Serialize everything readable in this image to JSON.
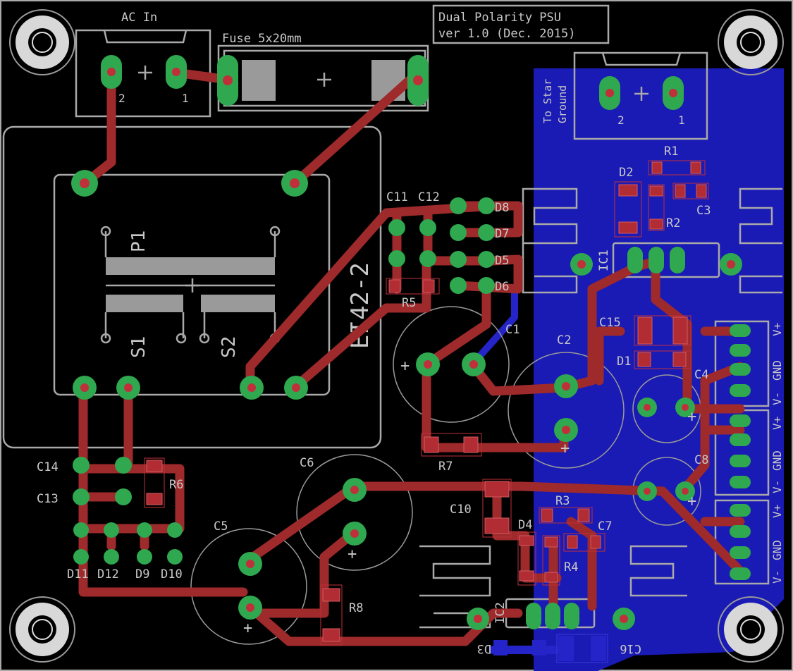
{
  "title_block": {
    "line1": "Dual Polarity PSU",
    "line2": "ver 1.0 (Dec. 2015)"
  },
  "connectors": {
    "ac_in": {
      "label": "AC In",
      "pin2": "2",
      "pin1": "1"
    },
    "star_ground": {
      "label_line1": "To Star",
      "label_line2": "Ground",
      "pin2": "2",
      "pin1": "1"
    }
  },
  "fuse": {
    "label": "Fuse 5x20mm"
  },
  "transformer": {
    "name": "EI42-2",
    "primary": "P1",
    "secondary1": "S1",
    "secondary2": "S2"
  },
  "components": {
    "C1": "C1",
    "C2": "C2",
    "C3": "C3",
    "C4": "C4",
    "C5": "C5",
    "C6": "C6",
    "C7": "C7",
    "C8": "C8",
    "C10": "C10",
    "C11": "C11",
    "C12": "C12",
    "C13": "C13",
    "C14": "C14",
    "C15": "C15",
    "C16": "C16",
    "D1": "D1",
    "D2": "D2",
    "D3": "D3",
    "D4": "D4",
    "D5": "D5",
    "D6": "D6",
    "D7": "D7",
    "D8": "D8",
    "D9": "D9",
    "D10": "D10",
    "D11": "D11",
    "D12": "D12",
    "R1": "R1",
    "R2": "R2",
    "R3": "R3",
    "R4": "R4",
    "R5": "R5",
    "R6": "R6",
    "R7": "R7",
    "R8": "R8",
    "IC1": "IC1",
    "IC2": "IC2"
  },
  "output_headers": {
    "top": [
      "V+",
      "GND",
      "V-"
    ],
    "middle": [
      "V+",
      "GND",
      "V-"
    ],
    "bottom": [
      "V+",
      "GND",
      "V-"
    ]
  },
  "polarity": {
    "plus": "+"
  },
  "colors": {
    "top_copper": "#9e2a2b",
    "bottom_copper": "#2424c8",
    "pad": "#2fa84f",
    "silkscreen": "#a9a9a9",
    "background": "#000000"
  }
}
